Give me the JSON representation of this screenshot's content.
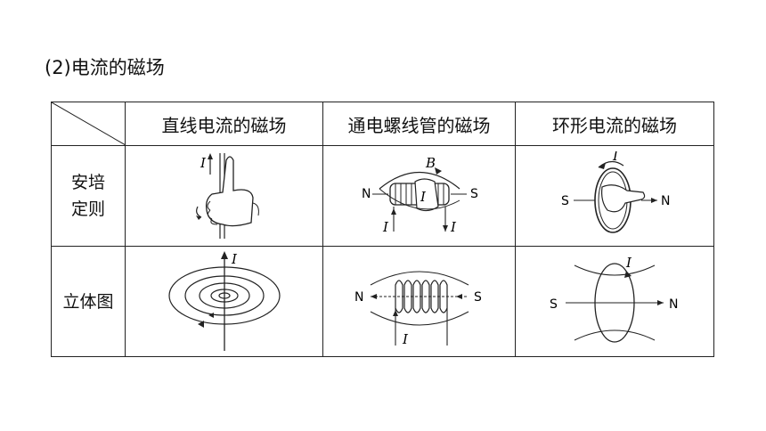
{
  "heading": "(2)电流的磁场",
  "table": {
    "columns": [
      "直线电流的磁场",
      "通电螺线管的磁场",
      "环形电流的磁场"
    ],
    "rows": [
      {
        "label_line1": "安培",
        "label_line2": "定则"
      },
      {
        "label_line1": "立体图",
        "label_line2": ""
      }
    ]
  },
  "figure_labels": {
    "current": "I",
    "field": "B",
    "north": "N",
    "south": "S"
  }
}
